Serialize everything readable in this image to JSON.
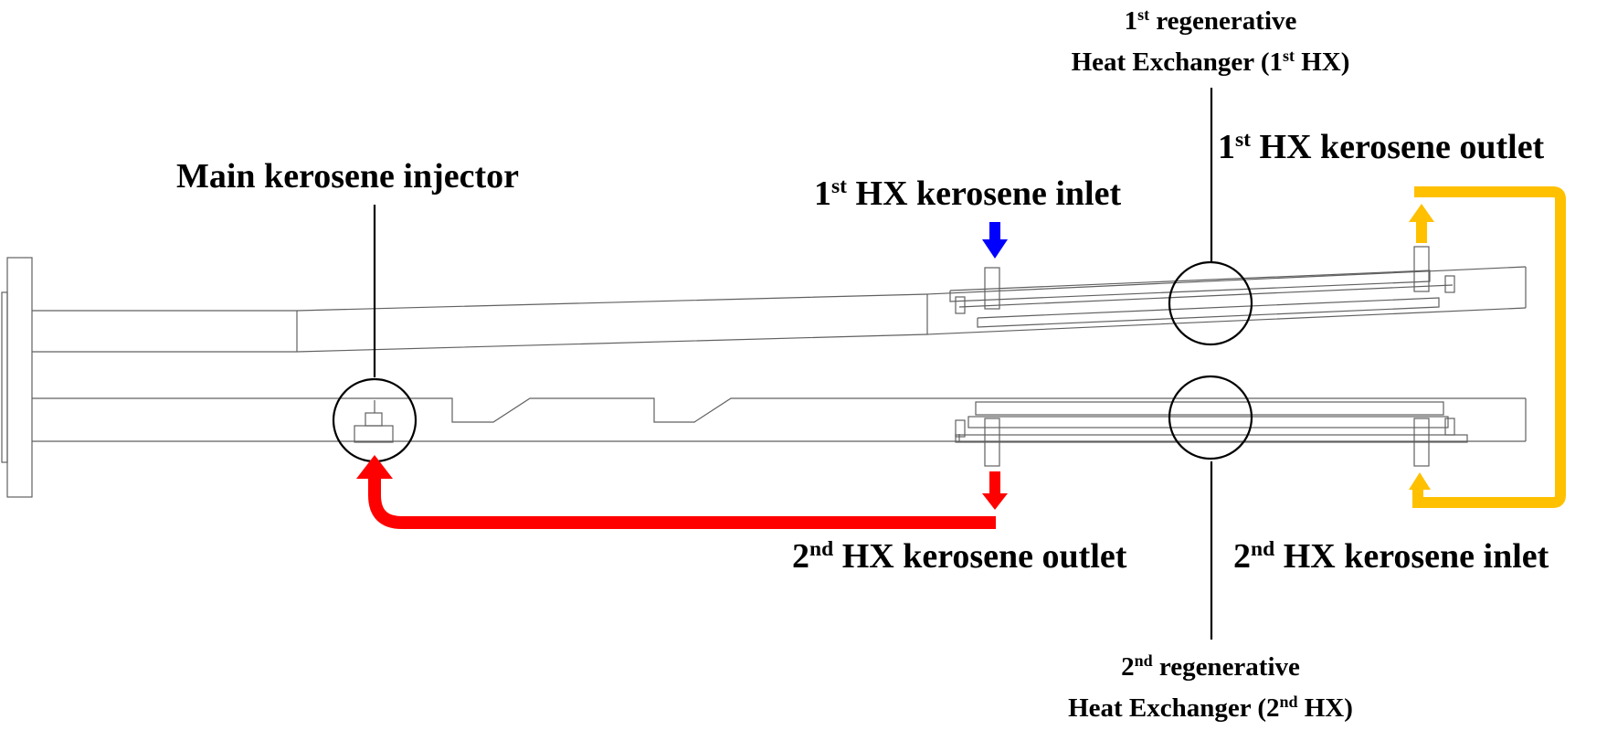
{
  "labels": {
    "main_injector": "Main kerosene injector",
    "hx1_inlet": {
      "prefix": "1",
      "sup": "st",
      "text": " HX kerosene inlet"
    },
    "hx1_outlet": {
      "prefix": "1",
      "sup": "st",
      "text": " HX kerosene outlet"
    },
    "hx2_outlet": {
      "prefix": "2",
      "sup": "nd",
      "text": " HX kerosene outlet"
    },
    "hx2_inlet": {
      "prefix": "2",
      "sup": "nd",
      "text": " HX kerosene inlet"
    },
    "hx1_title": {
      "line1_prefix": "1",
      "line1_sup": "st",
      "line1_text": " regenerative",
      "line2_text": "Heat Exchanger (1",
      "line2_sup": "st",
      "line2_end": " HX)"
    },
    "hx2_title": {
      "line1_prefix": "2",
      "line1_sup": "nd",
      "line1_text": " regenerative",
      "line2_text": "Heat Exchanger (2",
      "line2_sup": "nd",
      "line2_end": " HX)"
    }
  },
  "colors": {
    "inlet_arrow": "#0000ff",
    "hx2_to_injector_flow": "#ff0000",
    "hx1_to_hx2_flow": "#ffc000",
    "outline": "#606060",
    "leader": "#000000"
  }
}
